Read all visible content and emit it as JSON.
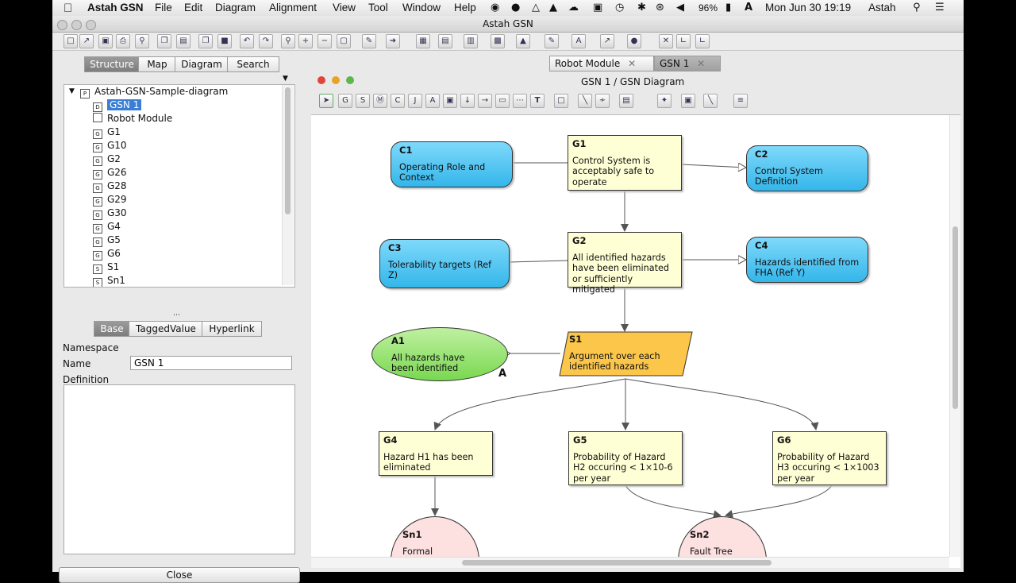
{
  "menubar": {
    "app": "Astah GSN",
    "menus": [
      "File",
      "Edit",
      "Diagram",
      "Alignment",
      "View",
      "Tool",
      "Window",
      "Help"
    ],
    "battery": "96%",
    "clock": "Mon Jun 30  19:19",
    "user": "Astah"
  },
  "window": {
    "title": "Astah GSN"
  },
  "left": {
    "top_tabs": [
      "Structure",
      "Map",
      "Diagram",
      "Search"
    ],
    "tree": {
      "root": "Astah-GSN-Sample-diagram",
      "items": [
        {
          "icon": "D",
          "label": "GSN 1",
          "selected": true
        },
        {
          "icon": "",
          "label": "Robot Module"
        },
        {
          "icon": "G",
          "label": "G1"
        },
        {
          "icon": "G",
          "label": "G10"
        },
        {
          "icon": "G",
          "label": "G2"
        },
        {
          "icon": "G",
          "label": "G26"
        },
        {
          "icon": "G",
          "label": "G28"
        },
        {
          "icon": "G",
          "label": "G29"
        },
        {
          "icon": "G",
          "label": "G30"
        },
        {
          "icon": "G",
          "label": "G4"
        },
        {
          "icon": "G",
          "label": "G5"
        },
        {
          "icon": "G",
          "label": "G6"
        },
        {
          "icon": "S",
          "label": "S1"
        },
        {
          "icon": "S",
          "label": "Sn1"
        }
      ]
    },
    "prop_tabs": [
      "Base",
      "TaggedValue",
      "Hyperlink"
    ],
    "namespace_label": "Namespace",
    "name_label": "Name",
    "name_value": "GSN 1",
    "definition_label": "Definition",
    "close": "Close"
  },
  "diagram": {
    "tabs": [
      "Robot Module",
      "GSN 1"
    ],
    "breadcrumb": "GSN 1 / GSN Diagram",
    "nodes": {
      "G1": {
        "id": "G1",
        "text": "Control System is acceptably safe to operate"
      },
      "C1": {
        "id": "C1",
        "text": "Operating Role and Context"
      },
      "C2": {
        "id": "C2",
        "text": "Control System Definition"
      },
      "G2": {
        "id": "G2",
        "text": "All identified hazards have been eliminated or sufficiently mitigated"
      },
      "C3": {
        "id": "C3",
        "text": "Tolerability targets (Ref Z)"
      },
      "C4": {
        "id": "C4",
        "text": "Hazards identified from FHA (Ref Y)"
      },
      "S1": {
        "id": "S1",
        "text": "Argument over each identified hazards"
      },
      "A1": {
        "id": "A1",
        "text": "All hazards have been identified",
        "marker": "A"
      },
      "G4": {
        "id": "G4",
        "text": "Hazard H1 has been eliminated"
      },
      "G5": {
        "id": "G5",
        "text": "Probability of Hazard H2 occuring < 1×10-6 per year"
      },
      "G6": {
        "id": "G6",
        "text": "Probability of Hazard H3 occuring < 1×1003 per year"
      },
      "Sn1": {
        "id": "Sn1",
        "text": "Formal"
      },
      "Sn2": {
        "id": "Sn2",
        "text": "Fault Tree"
      }
    }
  },
  "colors": {
    "goal": "#ffffd6",
    "context": "#34b6ea",
    "assumption": "#79d850",
    "strategy": "#fbc64a",
    "solution": "#fde0e0",
    "selection": "#3a7fd5"
  }
}
